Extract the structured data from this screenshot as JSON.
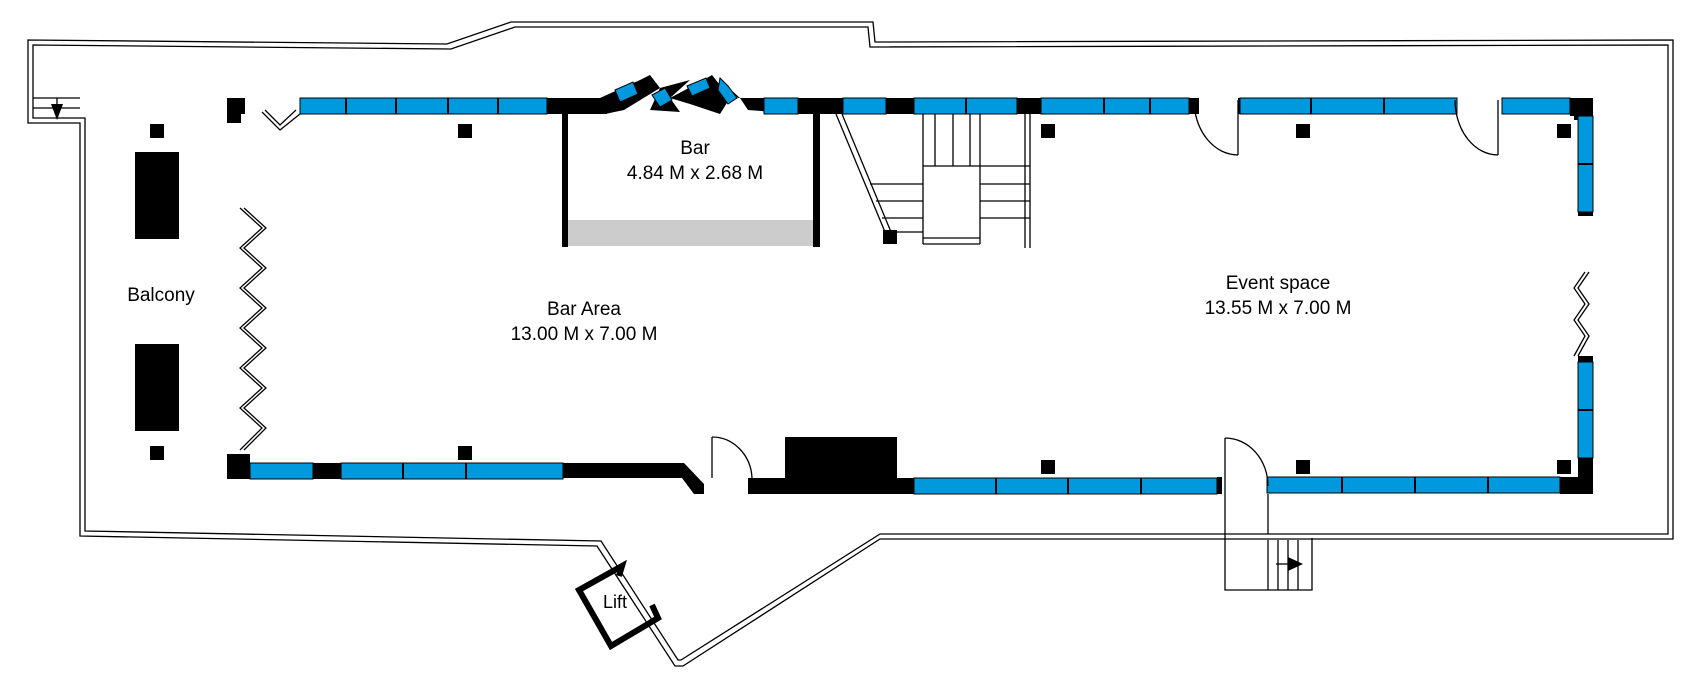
{
  "rooms": {
    "bar": {
      "name": "Bar",
      "size": "4.84 M x 2.68 M"
    },
    "bar_area": {
      "name": "Bar Area",
      "size": "13.00 M x 7.00 M"
    },
    "event_space": {
      "name": "Event space",
      "size": "13.55 M x 7.00 M"
    },
    "balcony": {
      "name": "Balcony"
    },
    "lift": {
      "name": "Lift"
    }
  },
  "colors": {
    "window": "#0099dd",
    "wall": "#000000",
    "counter": "#cccccc",
    "outline": "#000000"
  }
}
